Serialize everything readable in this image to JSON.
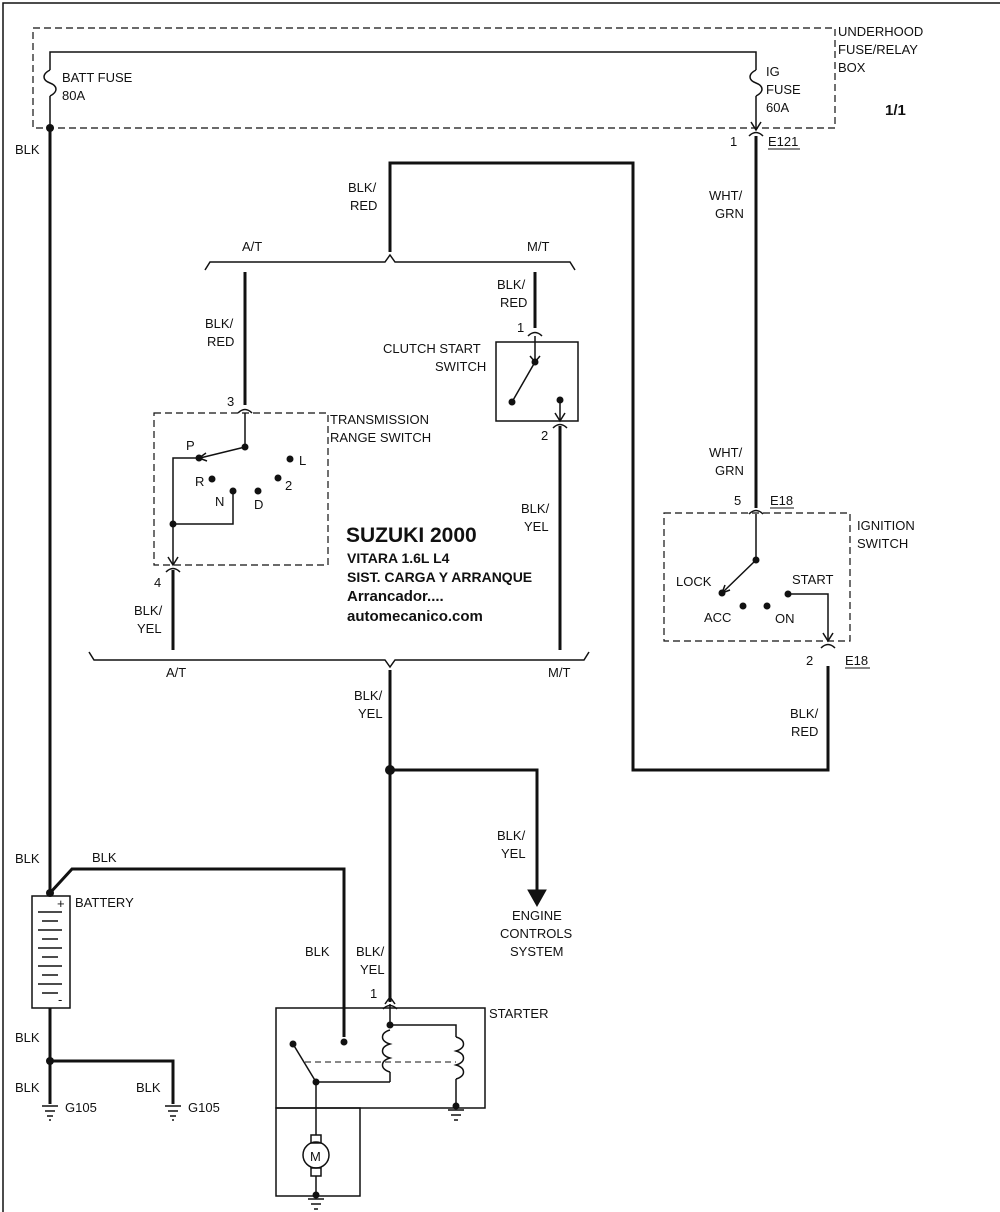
{
  "page_ref": "1/1",
  "title": {
    "make_year": "SUZUKI 2000",
    "model": "VITARA  1.6L  L4",
    "system": "SIST. CARGA Y ARRANQUE",
    "section": "Arrancador....",
    "site": "automecanico.com"
  },
  "fuse_box": {
    "line1": "UNDERHOOD",
    "line2": "FUSE/RELAY",
    "line3": "BOX"
  },
  "batt_fuse": {
    "line1": "BATT FUSE",
    "line2": "80A"
  },
  "ig_fuse": {
    "line1": "IG",
    "line2": "FUSE",
    "line3": "60A"
  },
  "connectors": {
    "e121_pin": "1",
    "e121": "E121",
    "tr_in_pin": "3",
    "tr_out_pin": "4",
    "cs_in_pin": "1",
    "cs_out_pin": "2",
    "ign_in_pin": "5",
    "ign_in": "E18",
    "ign_out_pin": "2",
    "ign_out": "E18",
    "starter_pin": "1"
  },
  "wires": {
    "blk_left_top": "BLK",
    "blk_red_top_1": "BLK/",
    "blk_red_top_2": "RED",
    "at_top": "A/T",
    "mt_top": "M/T",
    "tr_in_1": "BLK/",
    "tr_in_2": "RED",
    "cs_in_1": "BLK/",
    "cs_in_2": "RED",
    "wht_grn_top_1": "WHT/",
    "wht_grn_top_2": "GRN",
    "wht_grn_ign_1": "WHT/",
    "wht_grn_ign_2": "GRN",
    "cs_out_1": "BLK/",
    "cs_out_2": "YEL",
    "tr_out_1": "BLK/",
    "tr_out_2": "YEL",
    "at_bottom": "A/T",
    "mt_bottom": "M/T",
    "main_yel_1": "BLK/",
    "main_yel_2": "YEL",
    "ign_out_1": "BLK/",
    "ign_out_2": "RED",
    "ecs_1": "BLK/",
    "ecs_2": "YEL",
    "batt_left": "BLK",
    "batt_pos": "BLK",
    "starter_batt": "BLK",
    "starter_in_1": "BLK/",
    "starter_in_2": "YEL",
    "gnd_main": "BLK",
    "gnd_1": "BLK",
    "gnd_2": "BLK"
  },
  "trs": {
    "line1": "TRANSMISSION",
    "line2": "RANGE SWITCH",
    "p": "P",
    "r": "R",
    "n": "N",
    "d": "D",
    "two": "2",
    "l": "L"
  },
  "clutch": {
    "line1": "CLUTCH START",
    "line2": "SWITCH"
  },
  "ignition": {
    "line1": "IGNITION",
    "line2": "SWITCH",
    "lock": "LOCK",
    "acc": "ACC",
    "on": "ON",
    "start": "START"
  },
  "engine_controls": {
    "line1": "ENGINE",
    "line2": "CONTROLS",
    "line3": "SYSTEM"
  },
  "battery": {
    "label": "BATTERY",
    "plus": "+",
    "minus": "-"
  },
  "starter": {
    "label": "STARTER",
    "motor": "M"
  },
  "grounds": {
    "g1": "G105",
    "g2": "G105"
  }
}
